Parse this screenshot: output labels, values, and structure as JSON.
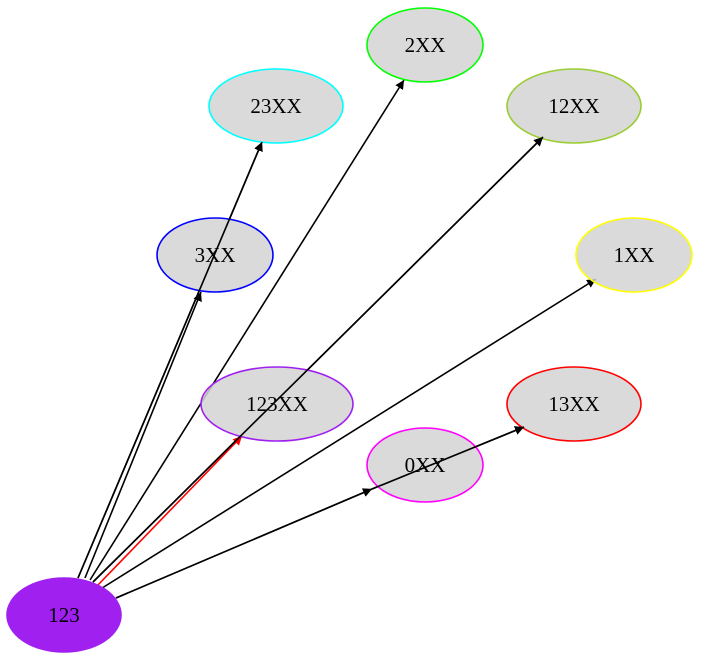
{
  "graph": {
    "nodes": [
      {
        "id": "123",
        "label": "123",
        "fill": "#a020f0",
        "stroke": "#a020f0"
      },
      {
        "id": "23XX",
        "label": "23XX",
        "fill": "#d3d3d3",
        "stroke": "#00ffff"
      },
      {
        "id": "2XX",
        "label": "2XX",
        "fill": "#d3d3d3",
        "stroke": "#00ff00"
      },
      {
        "id": "12XX",
        "label": "12XX",
        "fill": "#d3d3d3",
        "stroke": "#9acd32"
      },
      {
        "id": "3XX",
        "label": "3XX",
        "fill": "#d3d3d3",
        "stroke": "#0000ff"
      },
      {
        "id": "1XX",
        "label": "1XX",
        "fill": "#d3d3d3",
        "stroke": "#ffff00"
      },
      {
        "id": "123XX",
        "label": "123XX",
        "fill": "#d3d3d3",
        "stroke": "#a020f0"
      },
      {
        "id": "13XX",
        "label": "13XX",
        "fill": "#d3d3d3",
        "stroke": "#ff0000"
      },
      {
        "id": "0XX",
        "label": "0XX",
        "fill": "#d3d3d3",
        "stroke": "#ff00ff"
      }
    ],
    "edges": [
      {
        "from": "123",
        "to": "23XX",
        "color": "#000000"
      },
      {
        "from": "123",
        "to": "3XX",
        "color": "#000000"
      },
      {
        "from": "123",
        "to": "2XX",
        "color": "#000000"
      },
      {
        "from": "123",
        "to": "12XX",
        "color": "#000000"
      },
      {
        "from": "123",
        "to": "1XX",
        "color": "#000000"
      },
      {
        "from": "123",
        "to": "123XX",
        "color": "#ff0000"
      },
      {
        "from": "123",
        "to": "0XX",
        "color": "#000000"
      },
      {
        "from": "123",
        "to": "13XX",
        "color": "#000000"
      }
    ]
  }
}
